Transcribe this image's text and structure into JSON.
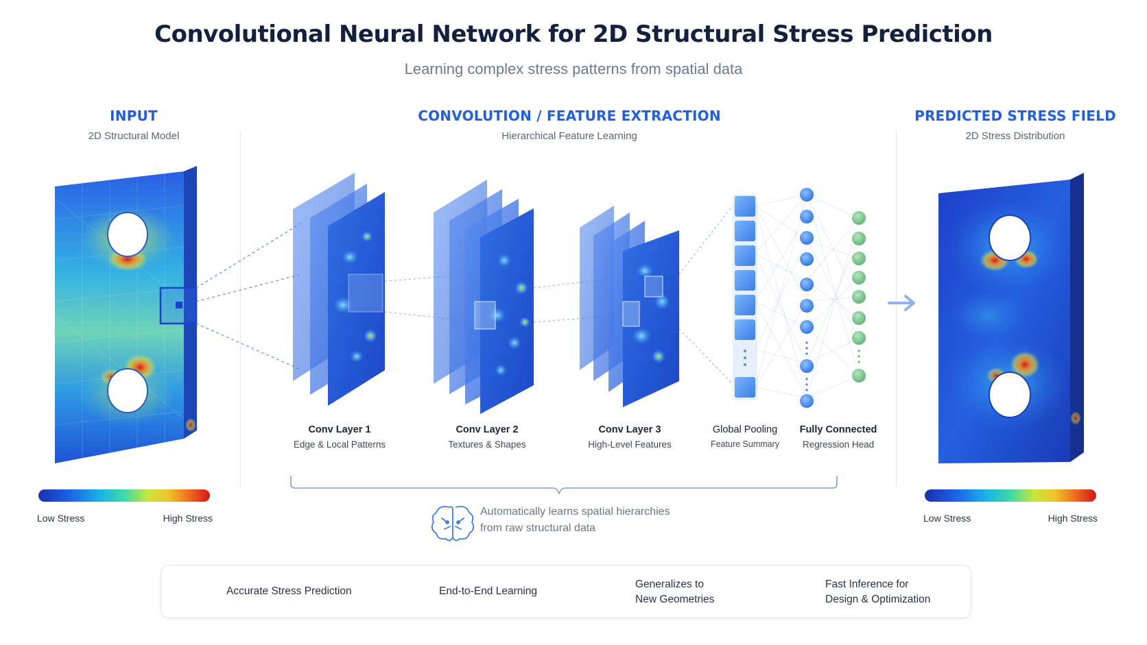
{
  "header": {
    "title": "Convolutional Neural Network for 2D Structural Stress Prediction",
    "subtitle": "Learning complex stress patterns from spatial data"
  },
  "sections": {
    "input": {
      "heading": "INPUT",
      "sub": "2D Structural Model"
    },
    "conv": {
      "heading": "CONVOLUTION / FEATURE EXTRACTION",
      "sub": "Hierarchical Feature Learning"
    },
    "output": {
      "heading": "PREDICTED STRESS FIELD",
      "sub": "2D Stress Distribution"
    }
  },
  "stages": [
    {
      "title": "Conv Layer 1",
      "desc": "Edge & Local Patterns"
    },
    {
      "title": "Conv Layer 2",
      "desc": "Textures & Shapes"
    },
    {
      "title": "Conv Layer 3",
      "desc": "High-Level Features"
    },
    {
      "title": "Global Pooling",
      "desc": "Feature Summary"
    },
    {
      "title": "Fully Connected",
      "desc": "Regression Head"
    }
  ],
  "legend": {
    "low": "Low Stress",
    "high": "High Stress"
  },
  "brace_note": {
    "line1": "Automatically learns spatial hierarchies",
    "line2": "from raw structural data"
  },
  "features": [
    {
      "icon": "target-icon",
      "line1": "Accurate Stress Prediction",
      "line2": ""
    },
    {
      "icon": "network-icon",
      "line1": "End-to-End Learning",
      "line2": ""
    },
    {
      "icon": "cube-icon",
      "line1": "Generalizes to",
      "line2": "New Geometries"
    },
    {
      "icon": "lightning-icon",
      "line1": "Fast Inference for",
      "line2": "Design & Optimization"
    }
  ],
  "colors": {
    "accent": "#1f5fe0",
    "low_stress": "#1a2fb0",
    "high_stress": "#d3171c",
    "fc_green": "#6fbf7f"
  }
}
